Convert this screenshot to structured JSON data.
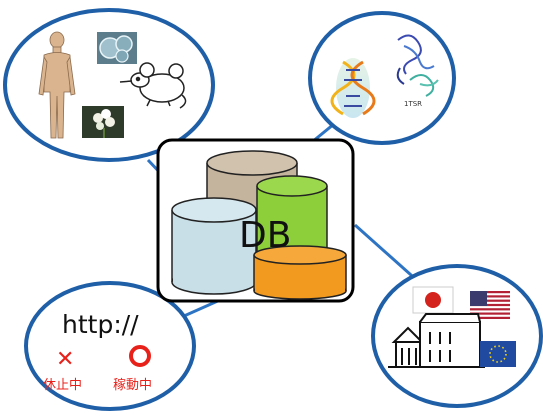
{
  "center": {
    "label": "DB",
    "cylinder_colors": {
      "tan": "#c4b39d",
      "blue": "#c9dfe8",
      "green": "#8dcf3a",
      "orange": "#f29a1f"
    }
  },
  "bubbles": {
    "organisms": {
      "items": [
        "human-figure-icon",
        "cells-micrograph-icon",
        "mouse-icon",
        "flower-icon"
      ]
    },
    "structures": {
      "items": [
        "dna-helix-icon",
        "protein-structure-icon"
      ],
      "protein_label": "1TSR"
    },
    "web": {
      "url_text": "http://",
      "status": [
        {
          "symbol": "✕",
          "label": "休止中",
          "color": "#e8221b"
        },
        {
          "symbol": "○",
          "label": "稼動中",
          "color": "#e8221b"
        }
      ]
    },
    "institutions": {
      "items": [
        "japan-flag-icon",
        "usa-flag-icon",
        "eu-flag-icon",
        "building-icon"
      ]
    }
  },
  "colors": {
    "bubble_stroke": "#1f5fa8",
    "connector": "#2e74c4",
    "center_border": "#000000"
  }
}
